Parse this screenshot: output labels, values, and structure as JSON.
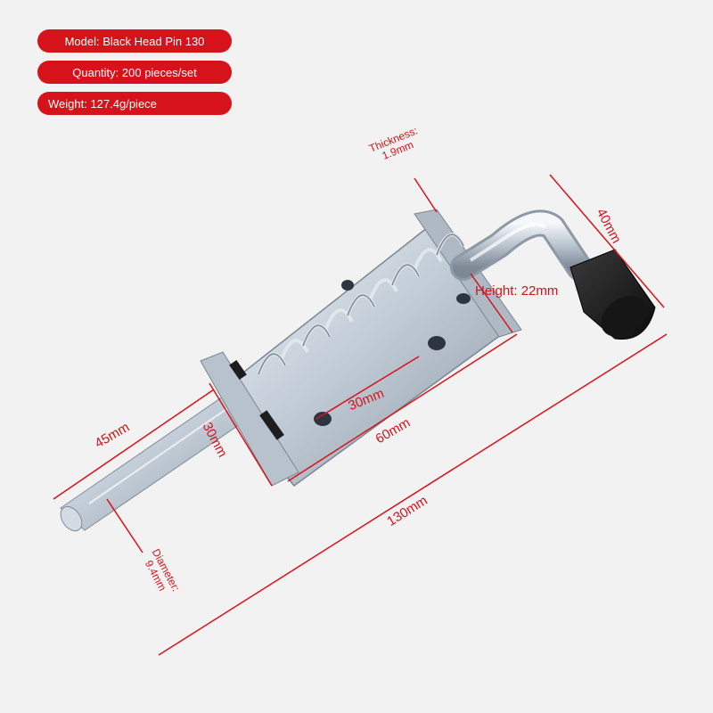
{
  "spec_tags": {
    "model": "Model: Black Head Pin 130",
    "quantity": "Quantity: 200 pieces/set",
    "weight": "Weight: 127.4g/piece"
  },
  "dimensions": {
    "thickness_label": "Thickness:",
    "thickness_value": "1.9mm",
    "length_40": "40mm",
    "height": "Height: 22mm",
    "hole_spacing": "30mm",
    "body_length": "60mm",
    "flange_height": "30mm",
    "pin_extension": "45mm",
    "total_length": "130mm",
    "diameter_label": "Diameter:",
    "diameter_value": "9.4mm"
  },
  "colors": {
    "accent": "#d6121a",
    "background": "#f2f2f2",
    "metal": "#c9d3dc",
    "rubber": "#1a1a1a"
  },
  "product": {
    "icon": "spring-latch-pin-icon"
  }
}
